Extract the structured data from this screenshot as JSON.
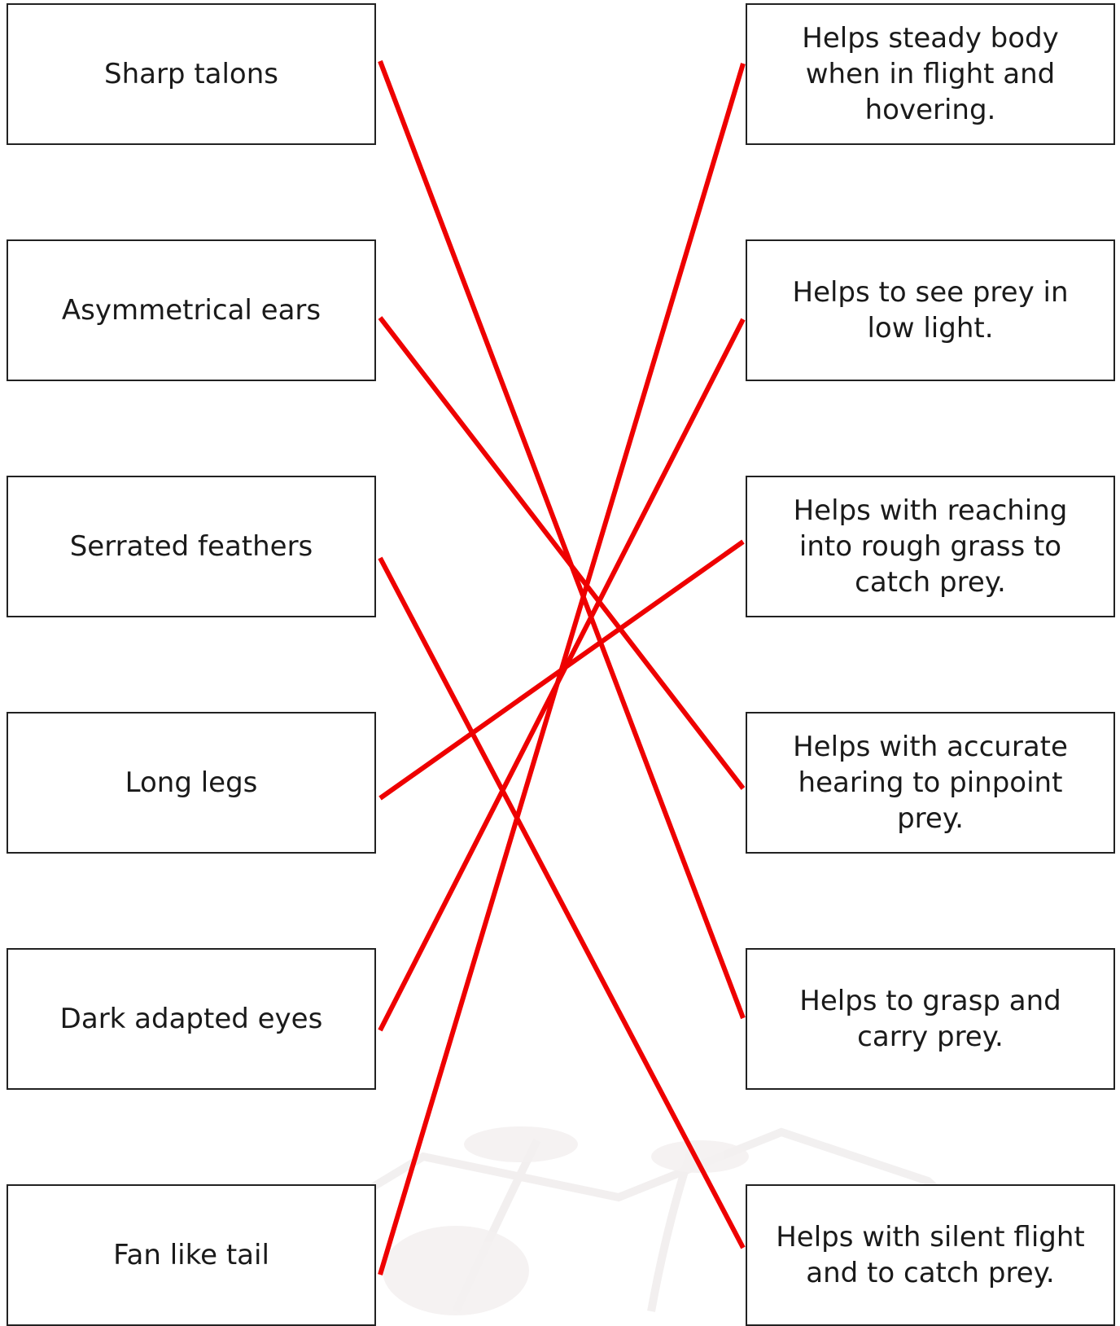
{
  "left_items": [
    {
      "id": "L1",
      "label": "Sharp talons"
    },
    {
      "id": "L2",
      "label": "Asymmetrical ears"
    },
    {
      "id": "L3",
      "label": "Serrated feathers"
    },
    {
      "id": "L4",
      "label": "Long legs"
    },
    {
      "id": "L5",
      "label": "Dark adapted eyes"
    },
    {
      "id": "L6",
      "label": "Fan like tail"
    }
  ],
  "right_items": [
    {
      "id": "R1",
      "label": "Helps steady body when in flight and hovering."
    },
    {
      "id": "R2",
      "label": "Helps to see prey in low light."
    },
    {
      "id": "R3",
      "label": "Helps with reaching into rough grass to catch prey."
    },
    {
      "id": "R4",
      "label": "Helps with accurate hearing to pinpoint prey."
    },
    {
      "id": "R5",
      "label": "Helps to grasp and carry prey."
    },
    {
      "id": "R6",
      "label": "Helps with silent flight and to catch prey."
    }
  ],
  "matches": [
    {
      "from": 0,
      "to": 4
    },
    {
      "from": 1,
      "to": 3
    },
    {
      "from": 2,
      "to": 5
    },
    {
      "from": 3,
      "to": 2
    },
    {
      "from": 4,
      "to": 1
    },
    {
      "from": 5,
      "to": 0
    }
  ],
  "line_color": "#ee0000"
}
